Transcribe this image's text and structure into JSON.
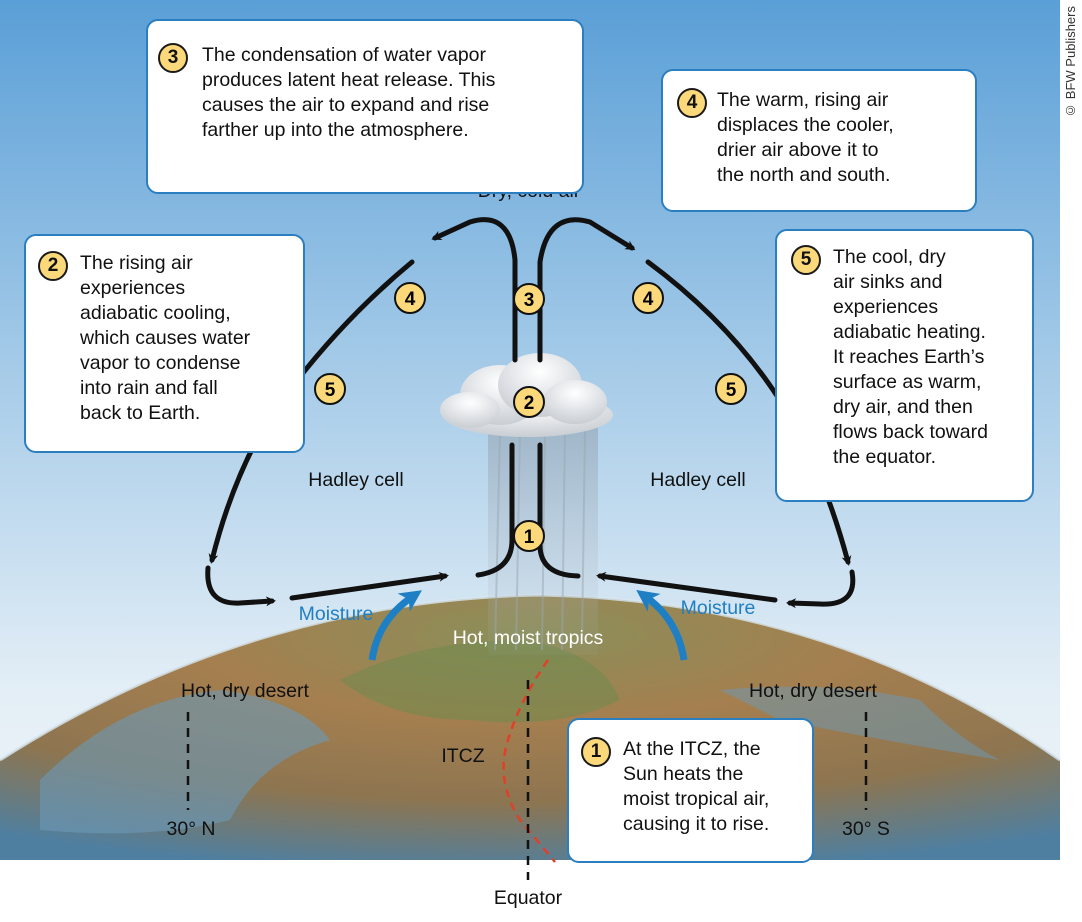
{
  "callouts": {
    "c1": {
      "number": "1",
      "text": "At the ITCZ, the\nSun heats the\nmoist tropical air,\ncausing it to rise."
    },
    "c2": {
      "number": "2",
      "text": "The rising air\nexperiences\nadiabatic cooling,\nwhich causes water\nvapor to condense\ninto rain and fall\nback to Earth."
    },
    "c3": {
      "number": "3",
      "text": "The condensation of water vapor\nproduces latent heat release. This\ncauses the air to expand and rise\nfarther up into the atmosphere."
    },
    "c4": {
      "number": "4",
      "text": "The warm, rising air\ndisplaces the cooler,\ndrier air above it to\nthe north and south."
    },
    "c5": {
      "number": "5",
      "text": "The cool, dry\nair sinks and\nexperiences\nadiabatic heating.\nIt reaches Earth’s\nsurface as warm,\ndry air, and then\nflows back toward\nthe equator."
    }
  },
  "labels": {
    "dry_cold_air": "Dry, cold air",
    "hadley_left": "Hadley cell",
    "hadley_right": "Hadley cell",
    "moisture_left": "Moisture",
    "moisture_right": "Moisture",
    "hot_moist_tropics": "Hot, moist tropics",
    "desert_left": "Hot, dry desert",
    "desert_right": "Hot, dry desert",
    "itcz": "ITCZ",
    "lat_north": "30° N",
    "lat_south": "30° S",
    "equator": "Equator"
  },
  "step_markers": {
    "one": "1",
    "two": "2",
    "three": "3",
    "four": "4",
    "five": "5"
  },
  "copyright": "© BFW Publishers",
  "colors": {
    "sky_top": "#5b9fd6",
    "sky_bottom": "#e4eff7",
    "callout_border": "#2b7fc0",
    "badge_fill": "#fbd97b",
    "moisture_blue": "#1f7fc4",
    "itcz_red": "#e0402a"
  }
}
